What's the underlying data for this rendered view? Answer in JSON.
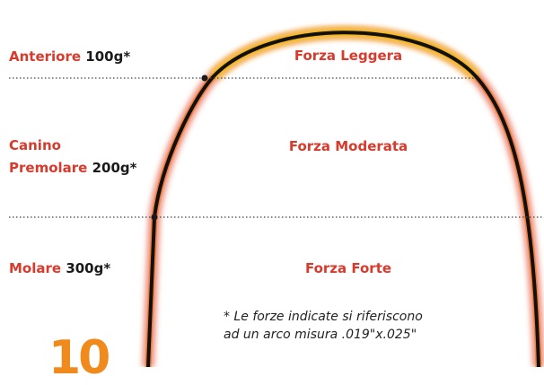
{
  "zones": {
    "anteriore": {
      "name": "Anteriore",
      "weight": "100g*",
      "force": "Forza Leggera"
    },
    "canino_premolare": {
      "name_line1": "Canino",
      "name_line2": "Premolare",
      "weight": "200g*",
      "force": "Forza Moderata"
    },
    "molare": {
      "name": "Molare",
      "weight": "300g*",
      "force": "Forza Forte"
    }
  },
  "note": {
    "line1": "* Le forze indicate si riferiscono",
    "line2": "ad un arco misura .019\"x.025\""
  },
  "page_number": "10",
  "colors": {
    "label_red": "#d83a2c",
    "label_dark": "#1a1a1a",
    "wire": "#111111",
    "glow_light": "#f7c431",
    "glow_strong": "#e0401e",
    "page_number": "#f08a1c"
  }
}
